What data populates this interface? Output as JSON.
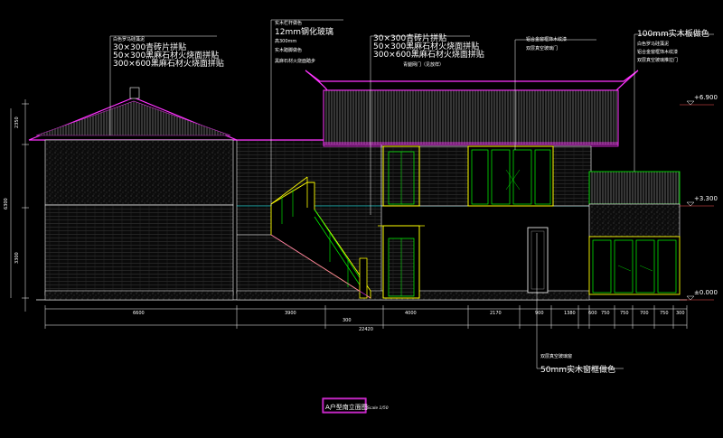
{
  "drawing": {
    "title": "A户型南立面图",
    "scale": "Scale 1/50"
  },
  "levels": [
    "+6.900",
    "+3.300",
    "±0.000"
  ],
  "left_dims": [
    "2350",
    "6300",
    "3300"
  ],
  "bottom_dims": [
    "6600",
    "3900",
    "4000",
    "2170",
    "900",
    "1380",
    "600",
    "750",
    "750",
    "700",
    "750",
    "300"
  ],
  "bottom_small": "300",
  "total_dim": "22420",
  "notes": {
    "group1": [
      "白色罗马硅藻泥",
      "30×300青砖片拼贴",
      "50×300黑麻石材火烧面拼贴",
      "300×600黑麻石材火烧面拼贴"
    ],
    "group2": [
      "实木栏杆做色",
      "12mm钢化玻璃",
      "高300mm",
      "实木踏脚做色",
      "黑麻石材火烧面踏步"
    ],
    "group3": [
      "30×300青砖片拼贴",
      "50×300黑麻石材火烧面拼贴",
      "300×600黑麻石材火烧面拼贴",
      "青腿网门（见放样）"
    ],
    "group4": [
      "铝合金窗框饰木纹漆",
      "双层真空玻璃门"
    ],
    "group5": [
      "100mm实木板做色",
      "白色罗马硅藻泥",
      "铝合金窗框饰木纹漆",
      "双层真空玻璃推拉门"
    ],
    "group6": [
      "双层真空玻璃窗",
      "50mm实木窗框做色"
    ]
  }
}
